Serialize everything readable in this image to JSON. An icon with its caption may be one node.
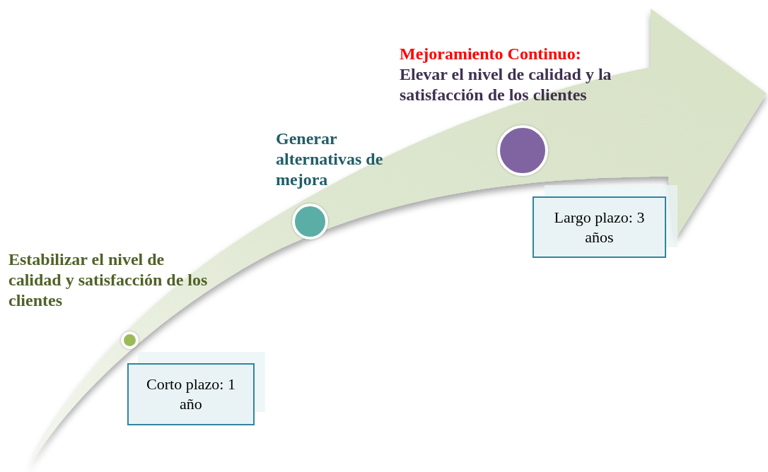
{
  "diagram": {
    "nodes": [
      {
        "text": [],
        "shape": "circle",
        "beside": [
          "Estabilizar el nivel de calidad y satisfacción de los clientes"
        ]
      },
      {
        "text": [
          "Corto plazo: 1 año"
        ]
      },
      {
        "text": [],
        "shape": "circle",
        "beside": [
          "Generar alternativas de mejora"
        ]
      },
      {
        "text": [],
        "shape": "circle",
        "beside": [
          "Mejoramiento Continuo:",
          "Elevar el nivel de calidad y la satisfacción de los clientes"
        ]
      },
      {
        "text": [
          "Largo plazo: 3 años"
        ]
      }
    ]
  }
}
